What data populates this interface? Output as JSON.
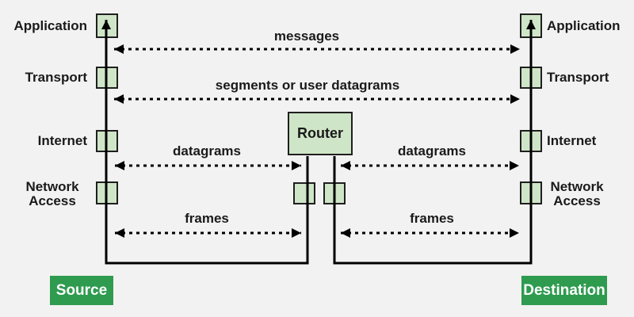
{
  "layers": [
    {
      "name": "Application"
    },
    {
      "name": "Transport"
    },
    {
      "name": "Internet"
    },
    {
      "name": "Network Access"
    }
  ],
  "router": {
    "label": "Router"
  },
  "arrows": {
    "messages": "messages",
    "segments": "segments or user datagrams",
    "datagrams_left": "datagrams",
    "datagrams_right": "datagrams",
    "frames_left": "frames",
    "frames_right": "frames"
  },
  "endpoints": {
    "source": "Source",
    "destination": "Destination"
  },
  "colors": {
    "background": "#f2f2f2",
    "box_fill": "#cfe5c7",
    "box_border": "#1f1f1f",
    "line_color": "#000000",
    "badge_fill": "#2e9b4f",
    "badge_text": "#ffffff",
    "text_color": "#1a1a1a"
  }
}
